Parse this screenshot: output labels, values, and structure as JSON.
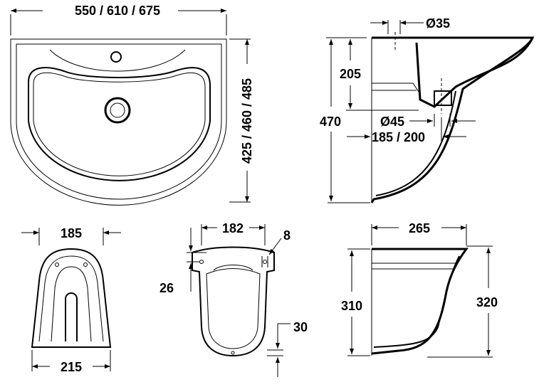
{
  "top_view": {
    "width_label": "550 / 610 / 675",
    "depth_label": "425 / 460 / 485"
  },
  "side_view": {
    "tap_hole_label": "Ø35",
    "overflow_height_label": "205",
    "total_height_label": "470",
    "drain_label": "Ø45",
    "drain_offset_label": "185 / 200"
  },
  "pedestal_front": {
    "top_width_label": "185",
    "bottom_width_label": "215"
  },
  "pedestal_back": {
    "fixing_width_label": "182",
    "fixing_hole_label": "8",
    "fixing_height_label": "26",
    "bottom_offset_label": "30"
  },
  "pedestal_side": {
    "depth_label": "265",
    "back_height_label": "310",
    "front_height_label": "320"
  }
}
